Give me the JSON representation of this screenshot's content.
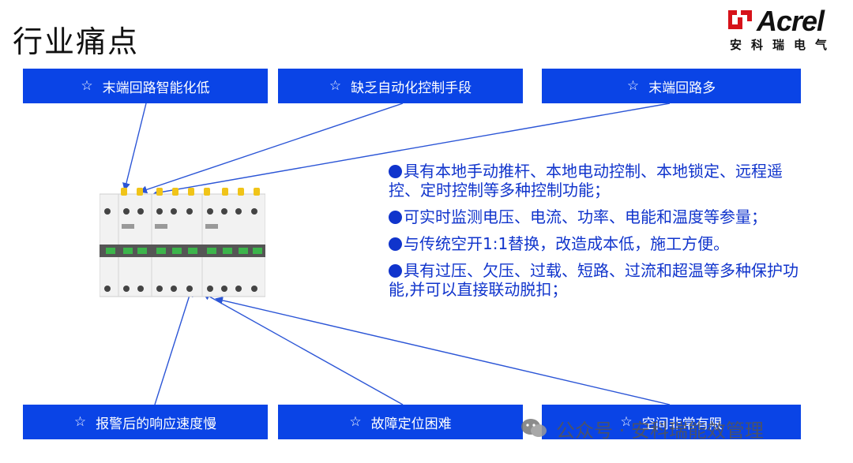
{
  "title": "行业痛点",
  "logo": {
    "brand": "Acrel",
    "subtitle": "安科瑞电气"
  },
  "star_symbol": "☆",
  "pain_points_top": [
    {
      "label": "末端回路智能化低"
    },
    {
      "label": "缺乏自动化控制手段"
    },
    {
      "label": "末端回路多"
    }
  ],
  "pain_points_bottom": [
    {
      "label": "报警后的响应速度慢"
    },
    {
      "label": "故障定位困难"
    },
    {
      "label": "空间非常有限"
    }
  ],
  "bullets": [
    {
      "text": "具有本地手动推杆、本地电动控制、本地锁定、远程遥控、定时控制等多种控制功能；"
    },
    {
      "text": "可实时监测电压、电流、功率、电能和温度等参量；"
    },
    {
      "text": "与传统空开1:1替换，改造成本低，施工方便。"
    },
    {
      "text": "具有过压、欠压、过载、短路、过流和超温等多种保护功能,并可以直接联动脱扣；"
    }
  ],
  "watermark": {
    "text": "公众号 · 安科瑞能效管理"
  },
  "colors": {
    "box": "#0a44e6",
    "bullet_text": "#1034cc",
    "logo_red": "#d6121a"
  }
}
